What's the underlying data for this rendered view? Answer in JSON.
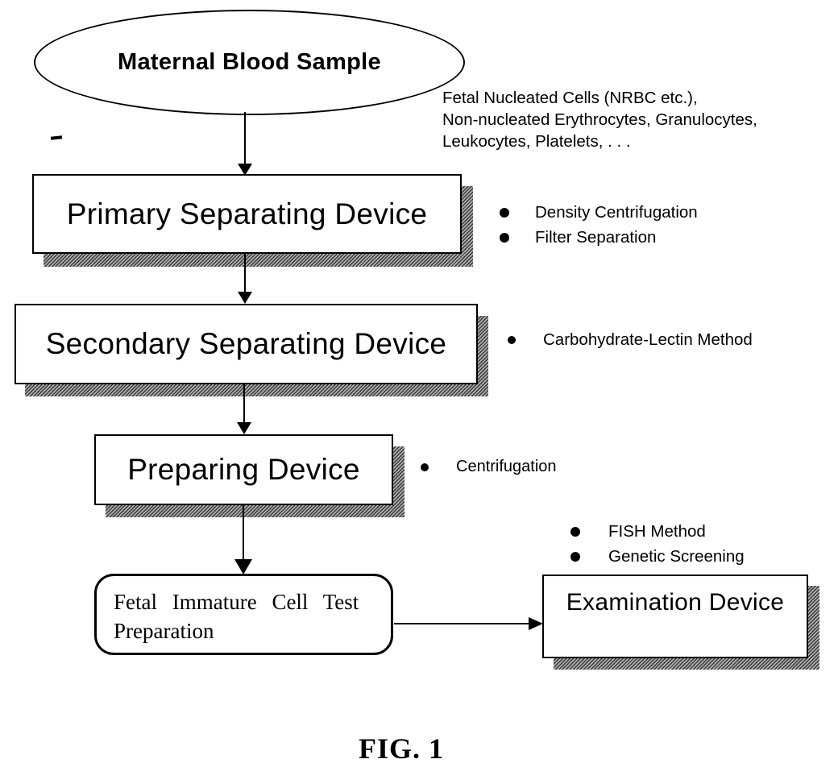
{
  "figure": {
    "caption": "FIG. 1",
    "ellipse": {
      "label": "Maternal Blood Sample"
    },
    "sample_components": {
      "line1": "Fetal Nucleated Cells (NRBC etc.),",
      "line2": "Non-nucleated Erythrocytes, Granulocytes,",
      "line3": "Leukocytes, Platelets, . . ."
    },
    "boxes": {
      "primary": {
        "label": "Primary Separating Device",
        "bullets": [
          "Density Centrifugation",
          "Filter Separation"
        ]
      },
      "secondary": {
        "label": "Secondary Separating Device",
        "bullets": [
          "Carbohydrate-Lectin Method"
        ]
      },
      "preparing": {
        "label": "Preparing Device",
        "bullets": [
          "Centrifugation"
        ]
      },
      "fetal_prep": {
        "line1": "Fetal Immature Cell Test",
        "line2": "Preparation"
      },
      "examination": {
        "label": "Examination Device",
        "bullets": [
          "FISH Method",
          "Genetic Screening"
        ]
      }
    }
  }
}
